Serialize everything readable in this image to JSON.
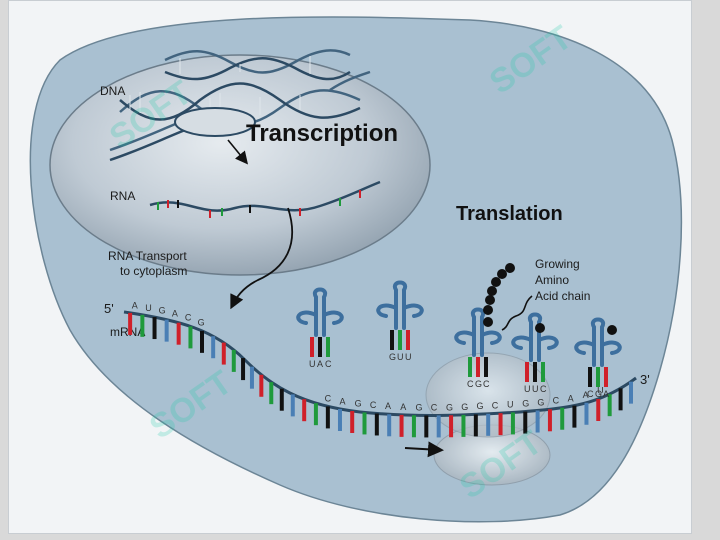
{
  "labels": {
    "dna": "DNA",
    "transcription": "Transcription",
    "rna": "RNA",
    "translation": "Translation",
    "rna_transport_1": "RNA Transport",
    "rna_transport_2": "to cytoplasm",
    "five_prime": "5'",
    "three_prime": "3'",
    "mrna": "mRNA",
    "growing_1": "Growing",
    "growing_2": "Amino",
    "growing_3": "Acid chain"
  },
  "watermark": {
    "text": "SOFT"
  },
  "mrna_bases_top": [
    "A",
    "U",
    "G",
    "A",
    "C",
    "G"
  ],
  "trna_anticodons": [
    [
      "U",
      "A",
      "C"
    ],
    [
      "G",
      "U",
      "U"
    ],
    [
      "C",
      "G",
      "C"
    ],
    [
      "U",
      "U",
      "C"
    ],
    [
      "C",
      "G",
      "A"
    ]
  ],
  "mrna_bases_bottom": [
    "C",
    "A",
    "G",
    "C",
    "A",
    "A",
    "G",
    "C",
    "G",
    "G",
    "G",
    "C",
    "U",
    "G",
    "G",
    "C",
    "A",
    "A",
    "U"
  ],
  "colors": {
    "cell_fill": "#a8bfd0",
    "nucleus_fill": "#bcc8d2",
    "trna_blue": "#3d6f9e",
    "base_red": "#d0202a",
    "base_green": "#1f9a3c",
    "base_black": "#111111",
    "base_blue": "#4a7fb5"
  }
}
